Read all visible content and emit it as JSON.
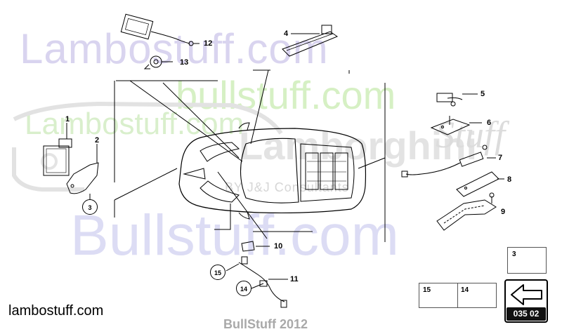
{
  "watermarks": {
    "lambostuff": "Lambostuff.com",
    "bullstuff_top": "bullstuff.com",
    "lambostuff_mid": "Lambostuff.com",
    "logo": "Lamborghini",
    "stuff_script": "Stuff",
    "by_jj": "BY J&J Consultants",
    "bullstuff_big": "Bullstuff.com"
  },
  "footer": {
    "site": "lambostuff.com",
    "copyright": "BullStuff 2012"
  },
  "callouts": {
    "p1": "1",
    "p2": "2",
    "p3": "3",
    "p4": "4",
    "p5": "5",
    "p6": "6",
    "p7": "7",
    "p8": "8",
    "p9": "9",
    "p10": "10",
    "p11": "11",
    "p12": "12",
    "p13": "13",
    "p14": "14",
    "p15": "15"
  },
  "legend": {
    "screw_num": "3",
    "connector_num": "15",
    "clip_num": "14",
    "page_code": "035 02"
  },
  "icons": {
    "nav_arrow": "arrow-left-icon"
  }
}
